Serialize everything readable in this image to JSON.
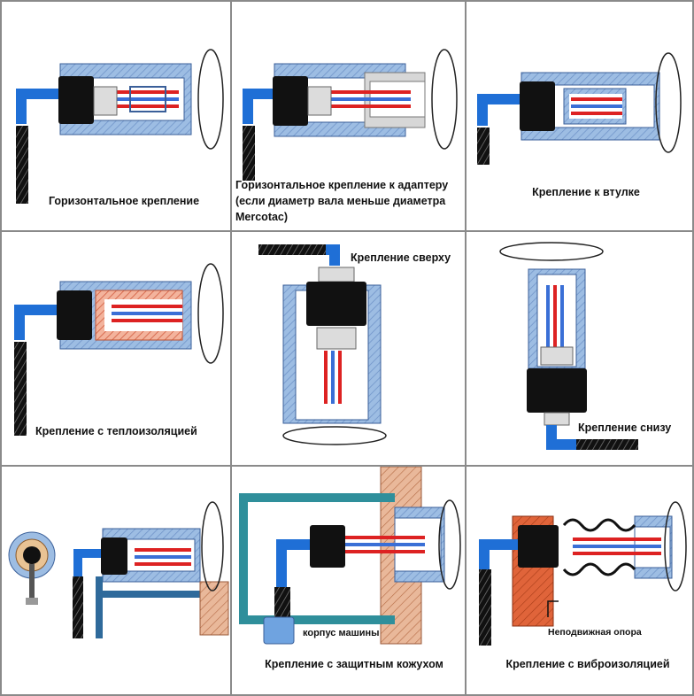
{
  "captions": {
    "c1": "Горизонтальное крепление",
    "c2": "Горизонтальное крепление к адаптеру (если диаметр вала меньше диаметра Mercotac)",
    "c3": "Крепление к втулке",
    "c4": "Крепление с теплоизоляцией",
    "c5": "Крепление сверху",
    "c6": "Крепление снизу",
    "c8": "Крепление с защитным кожухом",
    "c9": "Крепление с виброизоляцией"
  },
  "labels": {
    "machine_body": "корпус машины",
    "fixed_support": "Неподвижная опора",
    "brand": "Mercotac"
  },
  "colors": {
    "shaft_blue": "#9dbde3",
    "shaft_edge": "#3a5f99",
    "connector_blue": "#1f6fd6",
    "body_black": "#111111",
    "insulation_red": "#e07a5f",
    "wall_hatch": "#d9a07c",
    "bracket_teal": "#2f8f9b",
    "support_red": "#d9582a"
  }
}
